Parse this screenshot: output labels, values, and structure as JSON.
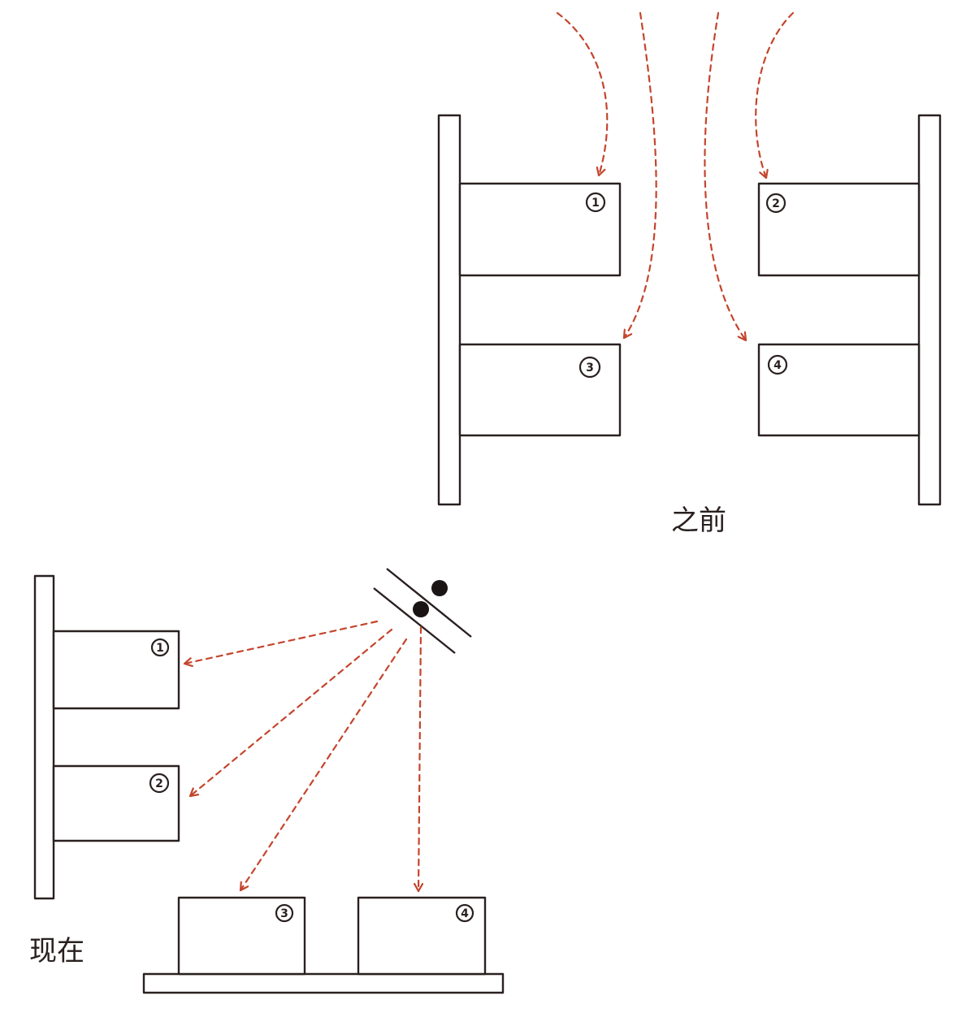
{
  "colors": {
    "line": "#2a2020",
    "arrow": "#c4452d",
    "background": "#ffffff"
  },
  "before": {
    "caption": "之前",
    "boxes": [
      {
        "id": "1",
        "label": "①"
      },
      {
        "id": "2",
        "label": "②"
      },
      {
        "id": "3",
        "label": "③"
      },
      {
        "id": "4",
        "label": "④"
      }
    ]
  },
  "now": {
    "caption": "现在",
    "boxes": [
      {
        "id": "1",
        "label": "①"
      },
      {
        "id": "2",
        "label": "②"
      },
      {
        "id": "3",
        "label": "③"
      },
      {
        "id": "4",
        "label": "④"
      }
    ]
  }
}
